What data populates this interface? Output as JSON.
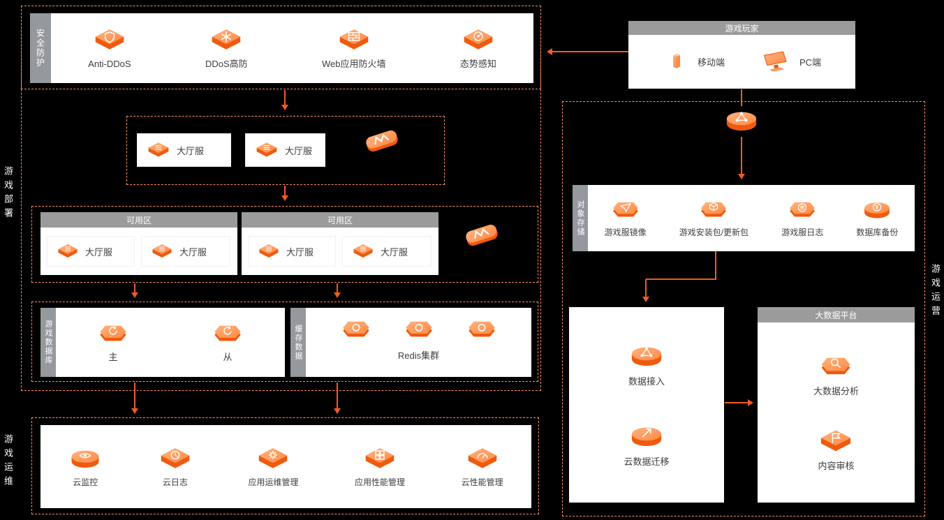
{
  "accent": "#f25b24",
  "rails": {
    "deploy": "游戏部署",
    "ops": "游戏运维",
    "operation": "游戏运营"
  },
  "security": {
    "tag": "安全防护",
    "items": [
      {
        "label": "Anti-DDoS",
        "icon": "shield-icon"
      },
      {
        "label": "DDoS高防",
        "icon": "ddos-protect-icon"
      },
      {
        "label": "Web应用防火墙",
        "icon": "waf-icon"
      },
      {
        "label": "态势感知",
        "icon": "situation-awareness-icon"
      }
    ]
  },
  "lobby": {
    "cards": [
      {
        "label": "大厅服"
      },
      {
        "label": "大厅服"
      }
    ],
    "slb_icon": "load-balancer-icon"
  },
  "zones": {
    "zone1": {
      "header": "可用区",
      "cards": [
        {
          "label": "大厅服"
        },
        {
          "label": "大厅服"
        }
      ]
    },
    "zone2": {
      "header": "可用区",
      "cards": [
        {
          "label": "大厅服"
        },
        {
          "label": "大厅服"
        }
      ]
    },
    "slb_icon": "load-balancer-icon"
  },
  "database": {
    "tag": "游戏数据库",
    "items": [
      {
        "label": "主",
        "icon": "db-master-icon"
      },
      {
        "label": "从",
        "icon": "db-slave-icon"
      }
    ]
  },
  "cache": {
    "tag": "缓存数据",
    "cluster_label": "Redis集群",
    "icon": "redis-icon"
  },
  "ops_panel": {
    "items": [
      {
        "label": "云监控",
        "icon": "cloud-monitor-icon"
      },
      {
        "label": "云日志",
        "icon": "cloud-log-icon"
      },
      {
        "label": "应用运维管理",
        "icon": "app-ops-icon"
      },
      {
        "label": "应用性能管理",
        "icon": "app-perf-icon"
      },
      {
        "label": "云性能管理",
        "icon": "cloud-perf-icon"
      }
    ]
  },
  "players": {
    "header": "游戏玩家",
    "items": [
      {
        "label": "移动端",
        "icon": "mobile-icon"
      },
      {
        "label": "PC端",
        "icon": "pc-icon"
      }
    ],
    "cdn_icon": "cdn-icon"
  },
  "oss": {
    "tag": "对象存储",
    "items": [
      {
        "label": "游戏服镜像",
        "icon": "server-image-icon"
      },
      {
        "label": "游戏安装包/更新包",
        "icon": "install-package-icon"
      },
      {
        "label": "游戏服日志",
        "icon": "server-log-icon"
      },
      {
        "label": "数据库备份",
        "icon": "db-backup-icon"
      }
    ]
  },
  "dataflow": {
    "items": [
      {
        "label": "数据接入",
        "icon": "data-ingest-icon"
      },
      {
        "label": "云数据迁移",
        "icon": "data-migration-icon"
      }
    ]
  },
  "bigdata": {
    "header": "大数据平台",
    "items": [
      {
        "label": "大数据分析",
        "icon": "bigdata-analysis-icon"
      },
      {
        "label": "内容审核",
        "icon": "content-audit-icon"
      }
    ]
  }
}
